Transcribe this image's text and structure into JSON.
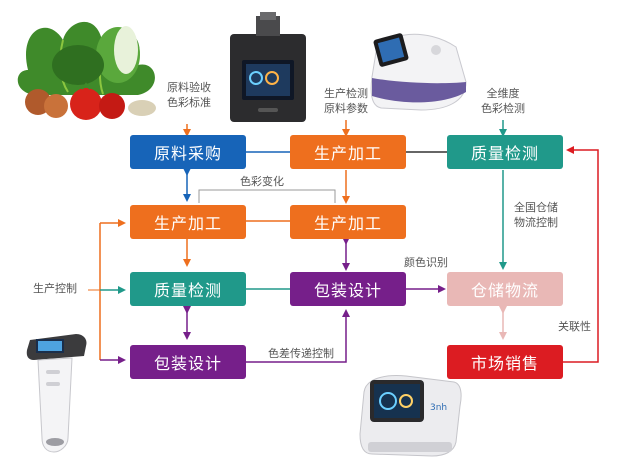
{
  "colors": {
    "blue": "#1764b8",
    "orange": "#ee6f1e",
    "green": "#20998a",
    "purple": "#761f8a",
    "pink": "#e9b8b6",
    "red": "#dc1c22",
    "gray_line": "#9a9a9a",
    "dark_line": "#333333"
  },
  "nodes": {
    "raw_purchase": "原料采购",
    "production_top": "生产加工",
    "quality_top": "质量检测",
    "production_left": "生产加工",
    "production_right": "生产加工",
    "quality_mid": "质量检测",
    "packaging_mid": "包装设计",
    "warehouse": "仓储物流",
    "packaging_bottom": "包装设计",
    "market_sales": "市场销售"
  },
  "labels": {
    "raw_inspection": [
      "原料验收",
      "色彩标准"
    ],
    "production_inspection": [
      "生产检测",
      "原料参数"
    ],
    "full_dimension": [
      "全维度",
      "色彩检测"
    ],
    "color_change": "色彩变化",
    "warehouse_control": [
      "全国仓储",
      "物流控制"
    ],
    "color_identify": "颜色识别",
    "production_control": "生产控制",
    "correlation": "关联性",
    "color_diff_control": "色差传递控制"
  },
  "illustrations": {
    "vegetables": "vegetables-illustration",
    "benchtop": "benchtop-spectrophotometer",
    "portable_top": "portable-spectrophotometer",
    "handheld": "handheld-colorimeter",
    "gloss_meter": "gloss-meter"
  }
}
